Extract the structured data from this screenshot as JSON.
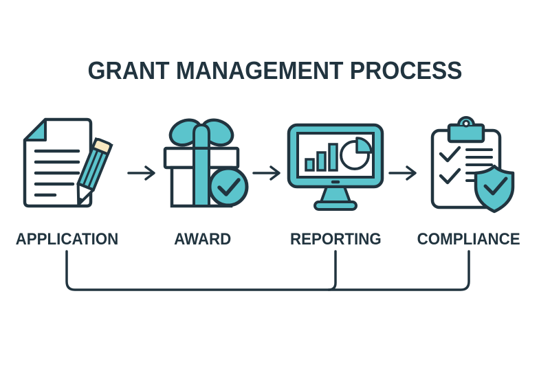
{
  "title": "GRANT MANAGEMENT PROCESS",
  "steps": [
    {
      "label": "APPLICATION",
      "icon": "document-pencil-icon"
    },
    {
      "label": "AWARD",
      "icon": "gift-check-icon"
    },
    {
      "label": "REPORTING",
      "icon": "monitor-charts-icon"
    },
    {
      "label": "COMPLIANCE",
      "icon": "clipboard-shield-icon"
    }
  ],
  "connector": {
    "links": [
      "APPLICATION",
      "REPORTING",
      "COMPLIANCE"
    ]
  },
  "colors": {
    "accent_teal": "#5bc4cc",
    "outline_dark": "#21343f",
    "eraser_cream": "#f8e8c0",
    "background": "#ffffff"
  }
}
